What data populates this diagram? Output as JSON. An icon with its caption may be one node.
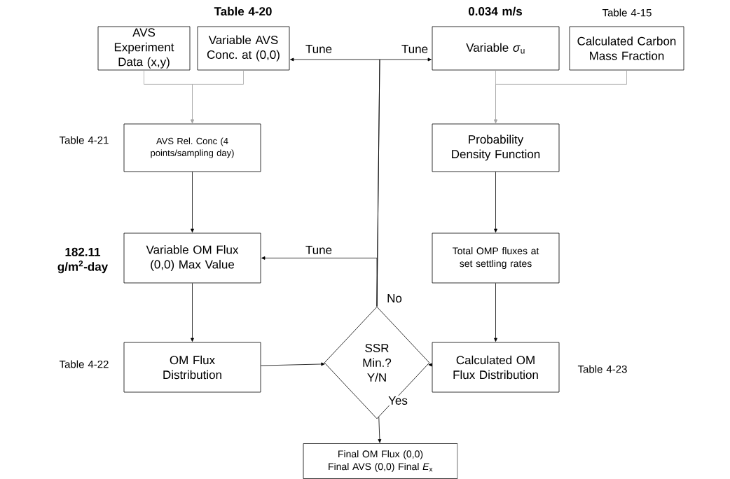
{
  "diagram": {
    "nodes": [
      {
        "text": [
          "AVS Experiment Data (x,y)"
        ]
      },
      {
        "text": [
          "Variable AVS Conc. at (0,0)"
        ],
        "beside": [
          "Table 4-20"
        ]
      },
      {
        "text": [
          "Variable *σ*$_{u}$"
        ],
        "beside": [
          "0.034 m/s"
        ]
      },
      {
        "text": [
          "Calculated Carbon Mass Fraction"
        ],
        "beside": [
          "Table 4-15"
        ]
      },
      {
        "text": [
          "AVS Rel. Conc (4 points/sampling day)"
        ],
        "beside": [
          "Table 4-21"
        ]
      },
      {
        "text": [
          "Probability Density Function"
        ]
      },
      {
        "text": [
          "Variable OM Flux (0,0) Max Value"
        ],
        "beside": [
          "182.11 g/m$^{2}$-day"
        ]
      },
      {
        "text": [
          "Total OMP fluxes at set settling rates"
        ]
      },
      {
        "text": [
          "OM Flux Distribution"
        ],
        "beside": [
          "Table 4-22"
        ]
      },
      {
        "text": [
          "SSR Min.? Y/N"
        ]
      },
      {
        "text": [
          "Calculated OM Flux Distribution"
        ],
        "beside": [
          "Table 4-23"
        ]
      },
      {
        "text": [
          "Final OM Flux (0,0) Final AVS (0,0) Final *E*$_{x}$"
        ]
      }
    ],
    "edges": [
      {
        "from": 0,
        "to": 4,
        "arrow": "to",
        "color": "#a6a6a6"
      },
      {
        "from": 1,
        "to": 4,
        "arrow": "to",
        "color": "#a6a6a6"
      },
      {
        "from": 2,
        "to": 5,
        "arrow": "to",
        "color": "#a6a6a6"
      },
      {
        "from": 3,
        "to": 5,
        "arrow": "to",
        "color": "#a6a6a6"
      },
      {
        "from": 4,
        "to": 6,
        "arrow": "to"
      },
      {
        "from": 5,
        "to": 7,
        "arrow": "to"
      },
      {
        "from": 6,
        "to": 8,
        "arrow": "to"
      },
      {
        "from": 7,
        "to": 10,
        "arrow": "to"
      },
      {
        "from": 8,
        "to": 9,
        "arrow": "to"
      },
      {
        "from": 10,
        "to": 9,
        "arrow": "to"
      },
      {
        "from": 9,
        "to": 11,
        "arrow": "to",
        "label": "Yes"
      },
      {
        "from": 9,
        "to": 1,
        "arrow": "to",
        "label": "Tune"
      },
      {
        "from": 9,
        "to": 2,
        "arrow": "to",
        "label": "Tune"
      },
      {
        "from": 9,
        "to": 6,
        "arrow": "to",
        "label": "Tune"
      }
    ],
    "labels": [
      "No"
    ]
  }
}
